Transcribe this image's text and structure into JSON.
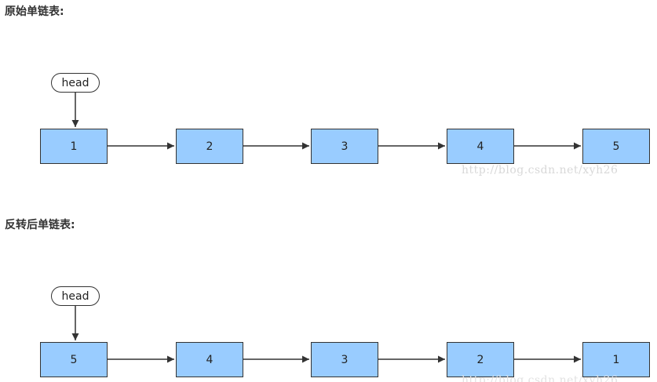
{
  "sections": [
    {
      "title": "原始单链表:",
      "head_label": "head",
      "nodes": [
        "1",
        "2",
        "3",
        "4",
        "5"
      ]
    },
    {
      "title": "反转后单链表:",
      "head_label": "head",
      "nodes": [
        "5",
        "4",
        "3",
        "2",
        "1"
      ]
    }
  ],
  "watermark": "http://blog.csdn.net/xyh26",
  "colors": {
    "node_fill": "#99ccff",
    "stroke": "#333333",
    "watermark": "#d8d8d8"
  }
}
